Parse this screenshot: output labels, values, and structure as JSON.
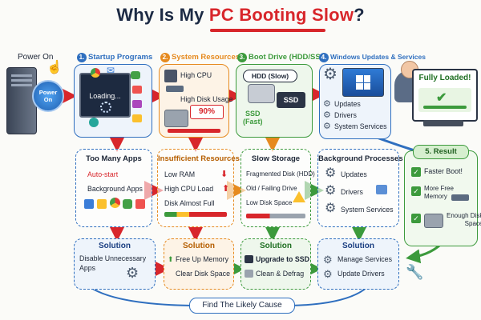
{
  "title": {
    "prefix": "Why Is My",
    "highlight": "PC Booting Slow",
    "suffix": "?"
  },
  "power": {
    "label": "Power On",
    "button": "Power\nOn"
  },
  "steps": [
    {
      "num": "1.",
      "label": "Startup Programs",
      "loading": "Loading..."
    },
    {
      "num": "2.",
      "label": "System Resources",
      "cpu": "High CPU",
      "disk": "High Disk Usage",
      "percent": "90%"
    },
    {
      "num": "3.",
      "label": "Boot Drive (HDD/SSD)",
      "hdd": "HDD (Slow)",
      "ssd": "SSD",
      "ssd_speed": "SSD\n(Fast)"
    },
    {
      "num": "4.",
      "label": "Windows Updates & Services",
      "items": [
        "Updates",
        "Drivers",
        "System Services"
      ]
    }
  ],
  "loaded": "Fully Loaded!",
  "causes": [
    {
      "heading": "Too Many Apps",
      "items": [
        "Auto-start",
        "Background Apps"
      ]
    },
    {
      "heading": "Insufficient Resources",
      "items": [
        "Low RAM",
        "High CPU Load",
        "Disk Almost Full"
      ]
    },
    {
      "heading": "Slow Storage",
      "items": [
        "Fragmented Disk (HDD)",
        "Old / Failing Drive",
        "Low Disk Space"
      ]
    },
    {
      "heading": "Background Processes",
      "items": [
        "Updates",
        "Drivers",
        "System Services"
      ]
    }
  ],
  "result": {
    "heading": "5. Result",
    "items": [
      "Faster Boot!",
      "More Free\nMemory",
      "Enough Disk\nSpace"
    ]
  },
  "solutions": [
    {
      "heading": "Solution",
      "items": [
        "Disable Unnecessary\nApps"
      ]
    },
    {
      "heading": "Solution",
      "items": [
        "Free Up Memory",
        "Clear Disk Space"
      ]
    },
    {
      "heading": "Solution",
      "items": [
        "Upgrade to SSD",
        "Clean & Defrag"
      ]
    },
    {
      "heading": "Solution",
      "items": [
        "Manage Services",
        "Update Drivers"
      ]
    }
  ],
  "footer": "Find The Likely Cause",
  "colors": {
    "blue": "#2f6fbf",
    "orange": "#e68a1f",
    "green": "#3c9a3c",
    "red": "#d8262b",
    "purple": "#6a5aa8"
  }
}
